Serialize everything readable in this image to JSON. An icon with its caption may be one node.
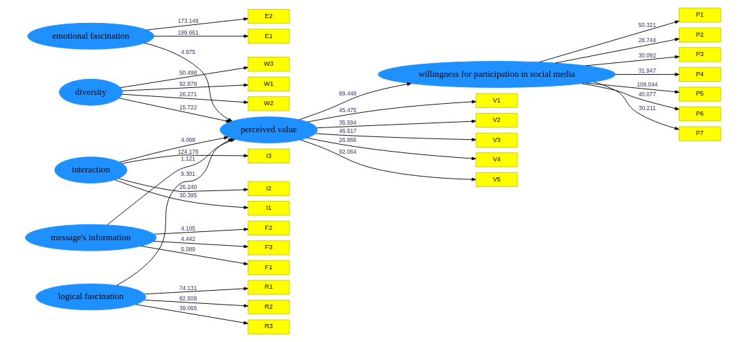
{
  "diagram": {
    "nodes": [
      {
        "text": [
          "P1"
        ]
      },
      {
        "text": [
          "P2"
        ]
      },
      {
        "text": [
          "P3"
        ]
      },
      {
        "text": [
          "P4"
        ]
      },
      {
        "text": [
          "P5"
        ]
      },
      {
        "text": [
          "P6"
        ]
      },
      {
        "text": [
          "P7"
        ]
      },
      {
        "text": [
          "V1"
        ]
      },
      {
        "text": [
          "V2"
        ]
      },
      {
        "text": [
          "V3"
        ]
      },
      {
        "text": [
          "V4"
        ]
      },
      {
        "text": [
          "V5"
        ]
      },
      {
        "text": [
          "perceived value"
        ]
      },
      {
        "text": [
          "willingness for participation in social media"
        ]
      },
      {
        "text": [
          "E1"
        ]
      },
      {
        "text": [
          "emotional fascination"
        ]
      },
      {
        "text": [
          "E2"
        ]
      },
      {
        "text": [
          "W1"
        ]
      },
      {
        "text": [
          "W2"
        ]
      },
      {
        "text": [
          "W3"
        ]
      },
      {
        "text": [
          "diversity"
        ]
      },
      {
        "text": [
          "R1"
        ]
      },
      {
        "text": [
          "R2"
        ]
      },
      {
        "text": [
          "R3"
        ]
      },
      {
        "text": [
          "interaction"
        ]
      },
      {
        "text": [
          "message's information"
        ]
      },
      {
        "text": [
          "logical fascination"
        ]
      },
      {
        "text": [
          "I1"
        ]
      },
      {
        "text": [
          "I2"
        ]
      },
      {
        "text": [
          "I3"
        ]
      },
      {
        "text": [
          "F1"
        ]
      },
      {
        "text": [
          "F2"
        ]
      },
      {
        "text": [
          "F3"
        ]
      }
    ],
    "edges": [
      {
        "from": 12,
        "to": 7,
        "arrow": "to",
        "label": "45.475"
      },
      {
        "from": 12,
        "to": 8,
        "arrow": "to",
        "label": "35.594"
      },
      {
        "from": 12,
        "to": 9,
        "arrow": "to",
        "label": "46.517"
      },
      {
        "from": 12,
        "to": 10,
        "arrow": "to",
        "label": "26.866"
      },
      {
        "from": 12,
        "to": 11,
        "arrow": "to",
        "label": "92.064"
      },
      {
        "from": 13,
        "to": 0,
        "arrow": "to",
        "label": "50.321"
      },
      {
        "from": 13,
        "to": 1,
        "arrow": "to",
        "label": "28.744"
      },
      {
        "from": 13,
        "to": 2,
        "arrow": "to",
        "label": "30.092"
      },
      {
        "from": 13,
        "to": 3,
        "arrow": "to",
        "label": "31.947"
      },
      {
        "from": 13,
        "to": 4,
        "arrow": "to",
        "label": "108.044"
      },
      {
        "from": 13,
        "to": 5,
        "arrow": "to",
        "label": "40.077"
      },
      {
        "from": 13,
        "to": 6,
        "arrow": "to",
        "label": "30.211"
      },
      {
        "from": 12,
        "to": 13,
        "arrow": "to",
        "label": "89.448"
      },
      {
        "from": 15,
        "to": 12,
        "arrow": "to",
        "label": "4.975"
      },
      {
        "from": 26,
        "to": 12,
        "arrow": "to",
        "label": "9.301"
      },
      {
        "from": 25,
        "to": 12,
        "arrow": "to",
        "label": "1.121"
      },
      {
        "from": 24,
        "to": 12,
        "arrow": "to",
        "label": "4.068"
      },
      {
        "from": 20,
        "to": 12,
        "arrow": "to",
        "label": "15.722"
      },
      {
        "from": 15,
        "to": 14,
        "arrow": "to",
        "label": "199.661"
      },
      {
        "from": 15,
        "to": 16,
        "arrow": "to",
        "label": "173.148"
      },
      {
        "from": 20,
        "to": 17,
        "arrow": "to",
        "label": "92.878"
      },
      {
        "from": 20,
        "to": 18,
        "arrow": "to",
        "label": "26.271"
      },
      {
        "from": 20,
        "to": 19,
        "arrow": "to",
        "label": "50.498"
      },
      {
        "from": 26,
        "to": 21,
        "arrow": "to",
        "label": "74.131"
      },
      {
        "from": 26,
        "to": 22,
        "arrow": "to",
        "label": "82.508"
      },
      {
        "from": 26,
        "to": 23,
        "arrow": "to",
        "label": "39.065"
      },
      {
        "from": 24,
        "to": 27,
        "arrow": "to",
        "label": "30.395"
      },
      {
        "from": 24,
        "to": 28,
        "arrow": "to",
        "label": "26.240"
      },
      {
        "from": 24,
        "to": 29,
        "arrow": "to",
        "label": "124.176"
      },
      {
        "from": 25,
        "to": 30,
        "arrow": "to",
        "label": "5.089"
      },
      {
        "from": 25,
        "to": 31,
        "arrow": "to",
        "label": "4.105"
      },
      {
        "from": 25,
        "to": 32,
        "arrow": "to",
        "label": "4.442"
      }
    ]
  }
}
